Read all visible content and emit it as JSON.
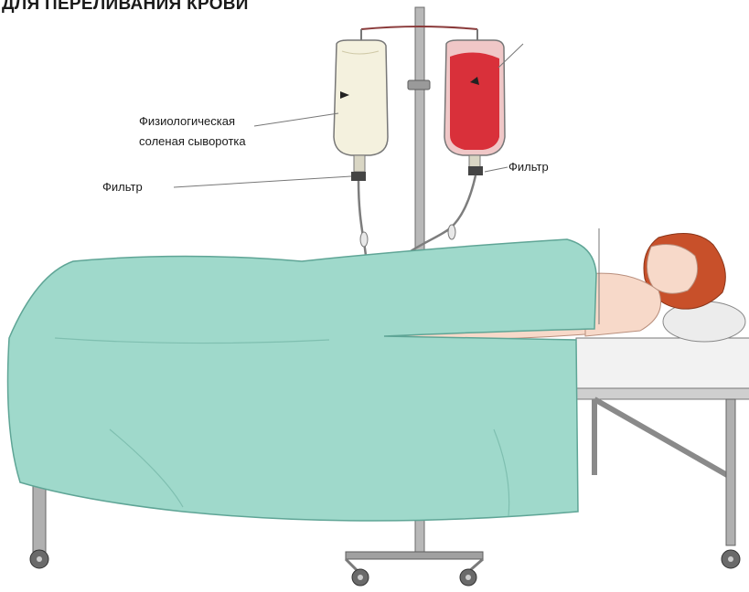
{
  "title": "ДЛЯ ПЕРЕЛИВАНИЯ КРОВИ",
  "labels": {
    "saline_line1": "Физиологическая",
    "saline_line2": "соленая сыворотка",
    "filter_left": "Фильтр",
    "filter_right": "Фильтр"
  },
  "colors": {
    "sheet": "#9fd9cb",
    "blood": "#d9303a",
    "saline": "#f4f1de",
    "hair": "#c8502a",
    "skin": "#f7d9c9",
    "metal": "#a9a9a9"
  }
}
